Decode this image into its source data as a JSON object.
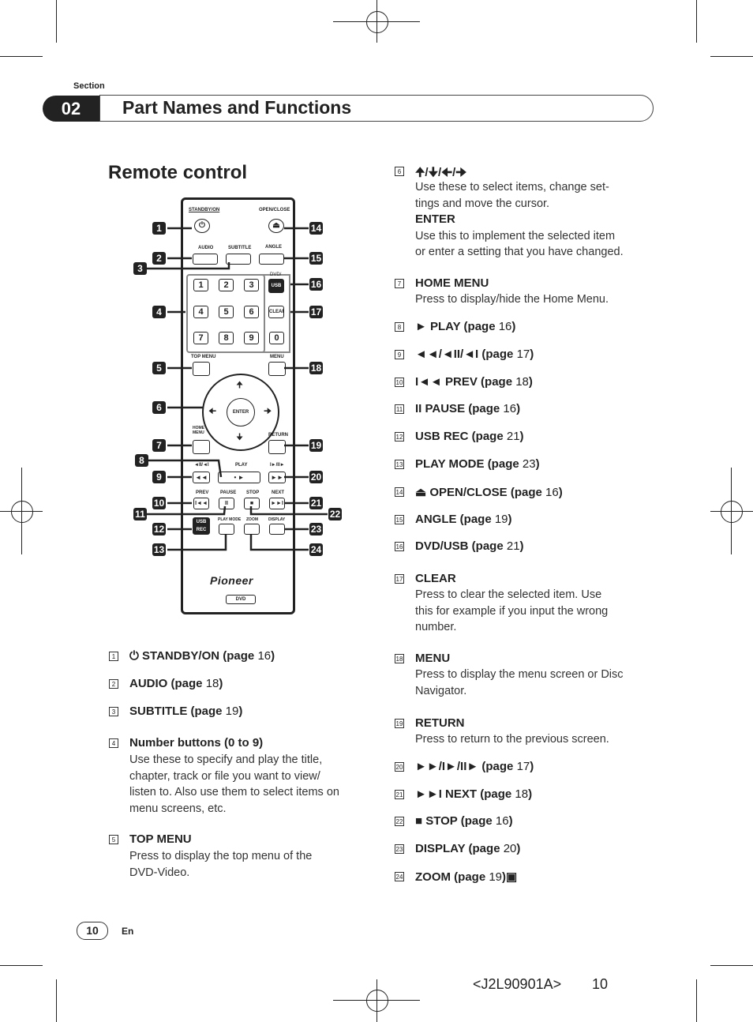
{
  "header": {
    "section_label": "Section",
    "section_number": "02",
    "section_title": "Part Names and Functions"
  },
  "heading": "Remote control",
  "remote": {
    "standby_label": "STANDBY/ON",
    "open_close_label": "OPEN/CLOSE",
    "audio_label": "AUDIO",
    "subtitle_label": "SUBTITLE",
    "angle_label": "ANGLE",
    "dvd_usb_label_top": "DVD/",
    "dvd_usb_label": "USB",
    "number_keys": [
      "1",
      "2",
      "3",
      "4",
      "5",
      "6",
      "7",
      "8",
      "9",
      "0"
    ],
    "clear_label": "CLEAR",
    "top_menu_label": "TOP MENU",
    "menu_label": "MENU",
    "enter_label": "ENTER",
    "home_menu_label": "HOME MENU",
    "return_label": "RETURN",
    "play_label": "PLAY",
    "prev_label": "PREV",
    "pause_label": "PAUSE",
    "stop_label": "STOP",
    "next_label": "NEXT",
    "usb_label": "USB",
    "rec_label": "REC",
    "play_mode_label": "PLAY MODE",
    "zoom_label": "ZOOM",
    "display_label": "DISPLAY",
    "brand": "Pioneer",
    "dvd_badge": "DVD"
  },
  "left_items": [
    {
      "n": "1",
      "title": "⏻ STANDBY/ON (page ",
      "page": "16",
      "close": ")",
      "desc": []
    },
    {
      "n": "2",
      "title": "AUDIO (page ",
      "page": "18",
      "close": ")",
      "desc": []
    },
    {
      "n": "3",
      "title": "SUBTITLE (page ",
      "page": "19",
      "close": ")",
      "desc": []
    },
    {
      "n": "4",
      "title": "Number buttons (0 to 9)",
      "page": "",
      "close": "",
      "desc": [
        "Use these to specify and play the title,",
        "chapter, track or file you want to view/",
        "listen to. Also use them to select items on",
        "menu screens, etc."
      ]
    },
    {
      "n": "5",
      "title": "TOP MENU",
      "page": "",
      "close": "",
      "desc": [
        "Press to display the top menu of the",
        "DVD-Video."
      ]
    }
  ],
  "right_items": [
    {
      "n": "6",
      "title": "🠉/🠋/🠈/🠊",
      "page": "",
      "close": "",
      "desc": [
        "Use these to select items, change set-",
        "tings and move the cursor."
      ],
      "sub": "ENTER",
      "subdesc": [
        "Use this to implement the selected item",
        "or enter a setting that you have changed."
      ]
    },
    {
      "n": "7",
      "title": "HOME MENU",
      "page": "",
      "close": "",
      "desc": [
        "Press to display/hide the Home Menu."
      ]
    },
    {
      "n": "8",
      "title": "► PLAY (page ",
      "page": "16",
      "close": ")",
      "desc": []
    },
    {
      "n": "9",
      "title": "◄◄/◄II/◄I (page ",
      "page": "17",
      "close": ")",
      "desc": []
    },
    {
      "n": "10",
      "title": "I◄◄ PREV (page ",
      "page": "18",
      "close": ")",
      "desc": []
    },
    {
      "n": "11",
      "title": "II PAUSE (page ",
      "page": "16",
      "close": ")",
      "desc": []
    },
    {
      "n": "12",
      "title": "USB REC (page ",
      "page": "21",
      "close": ")",
      "desc": []
    },
    {
      "n": "13",
      "title": "PLAY MODE (page ",
      "page": "23",
      "close": ")",
      "desc": []
    },
    {
      "n": "14",
      "title": "⏏ OPEN/CLOSE (page ",
      "page": "16",
      "close": ")",
      "desc": []
    },
    {
      "n": "15",
      "title": "ANGLE (page ",
      "page": "19",
      "close": ")",
      "desc": []
    },
    {
      "n": "16",
      "title": "DVD/USB (page ",
      "page": "21",
      "close": ")",
      "desc": []
    },
    {
      "n": "17",
      "title": "CLEAR",
      "page": "",
      "close": "",
      "desc": [
        "Press to clear the selected item. Use",
        "this for example if you input the wrong",
        "number."
      ]
    },
    {
      "n": "18",
      "title": "MENU",
      "page": "",
      "close": "",
      "desc": [
        "Press to display the menu screen or Disc",
        "Navigator."
      ]
    },
    {
      "n": "19",
      "title": "RETURN",
      "page": "",
      "close": "",
      "desc": [
        "Press to return to the previous screen."
      ]
    },
    {
      "n": "20",
      "title": "►►/I►/II► (page ",
      "page": "17",
      "close": ")",
      "desc": []
    },
    {
      "n": "21",
      "title": "►►I NEXT (page ",
      "page": "18",
      "close": ")",
      "desc": []
    },
    {
      "n": "22",
      "title": "■ STOP (page ",
      "page": "16",
      "close": ")",
      "desc": []
    },
    {
      "n": "23",
      "title": "DISPLAY (page ",
      "page": "20",
      "close": ")",
      "desc": []
    },
    {
      "n": "24",
      "title": "ZOOM (page ",
      "page": "19",
      "close": ")▣",
      "desc": []
    }
  ],
  "footer": {
    "page_number": "10",
    "language": "En",
    "doc_code": "<J2L90901A>",
    "doc_page": "10"
  }
}
